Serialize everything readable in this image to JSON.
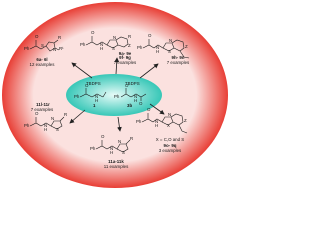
{
  "colors": {
    "outer_ellipse_center": "#fbe1df",
    "outer_ellipse_edge": "#e83e35",
    "inner_ellipse_center": "#e6fbf8",
    "inner_ellipse_edge": "#37c7b7",
    "arrow": "#222222",
    "structure": "#1a1a1a"
  },
  "center": {
    "reagent_labels": [
      "TBDPS",
      "TBDPS"
    ],
    "atom_labels": [
      "Ph",
      "O",
      "N",
      "H",
      "Ph",
      "O",
      "N",
      "H",
      "O"
    ],
    "compound_1": "1",
    "compound_3b": "3b"
  },
  "products": [
    {
      "compound": "6a- 6l",
      "count": "12 examples",
      "labels": [
        "O",
        "Ph",
        "S",
        "N",
        "R",
        "R¹"
      ]
    },
    {
      "compound": "9a- 9e",
      "compound2": "9f- 9g",
      "count": "7 examples",
      "labels": [
        "O",
        "Ph",
        "N",
        "H",
        "S",
        "N",
        "R",
        "Z"
      ]
    },
    {
      "compound": "9h- 9n",
      "count": "7 examples",
      "labels": [
        "O",
        "Ph",
        "N",
        "H",
        "S",
        "N",
        "Z"
      ]
    },
    {
      "compound": "9o- 9q",
      "count": "3 examples",
      "note": "X = C,O and S",
      "labels": [
        "O",
        "Ph",
        "N",
        "H",
        "X",
        "N",
        "Z"
      ]
    },
    {
      "compound": "11a-11k",
      "count": "11 examples",
      "labels": [
        "O",
        "Ph",
        "N",
        "H",
        "S",
        "N",
        "R"
      ]
    },
    {
      "compound": "11l-11r",
      "count": "7 examples",
      "labels": [
        "O",
        "Ph",
        "N",
        "H",
        "N",
        "S",
        "R"
      ]
    }
  ]
}
